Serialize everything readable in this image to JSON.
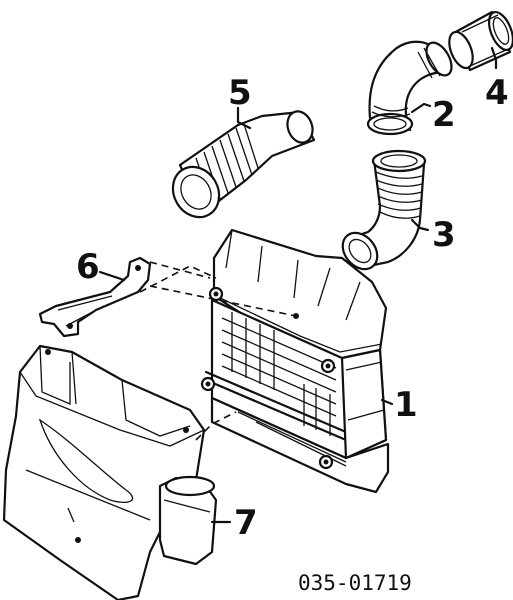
{
  "diagram": {
    "callouts": {
      "intercooler": "1",
      "upper_hose": "2",
      "lower_hose": "3",
      "connector": "4",
      "inlet_hose": "5",
      "bracket": "6",
      "duct": "7"
    },
    "part_number": "035-01719"
  }
}
